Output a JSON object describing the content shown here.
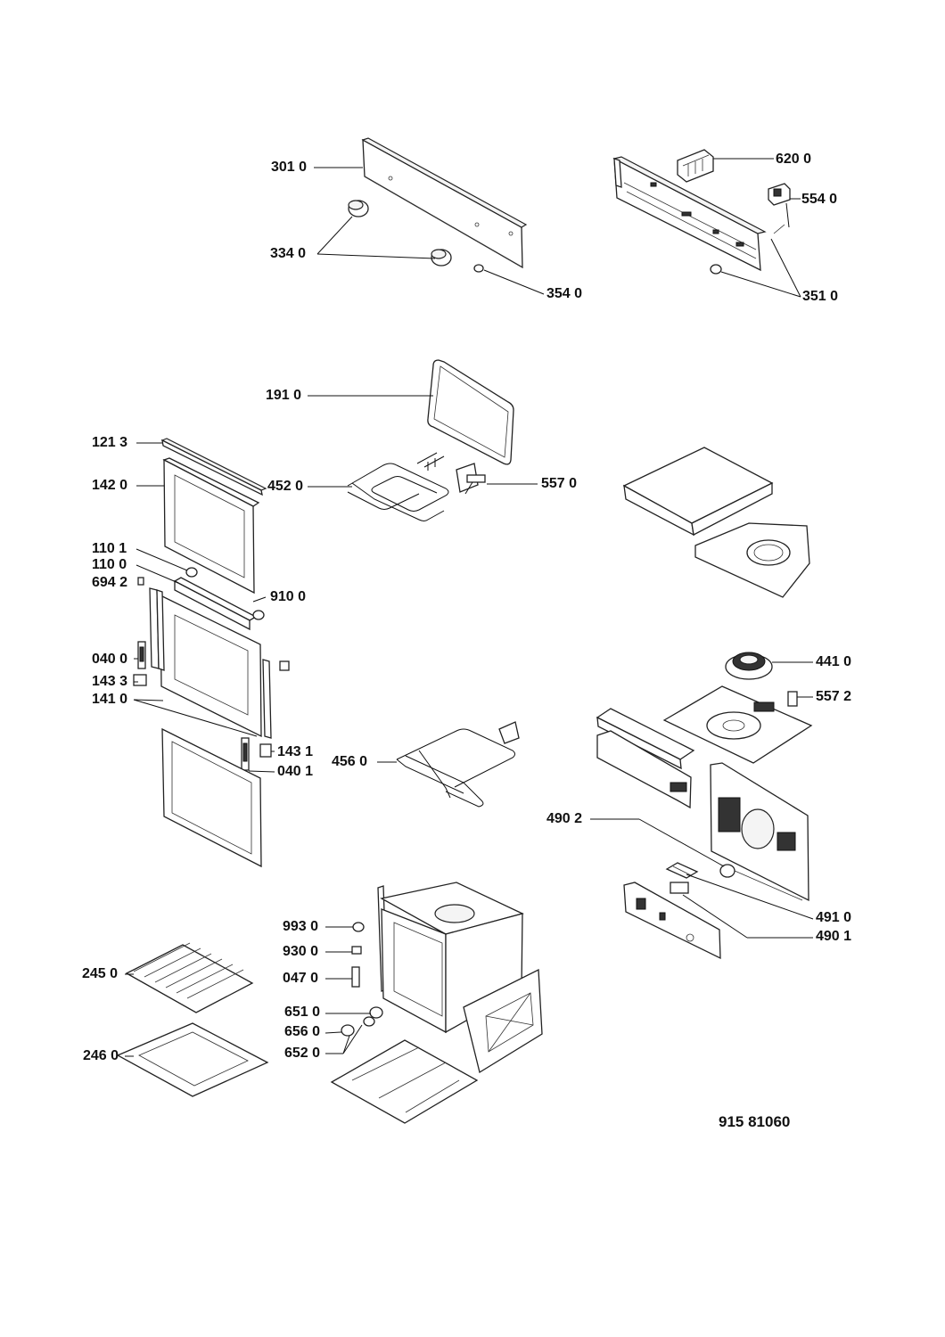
{
  "diagram": {
    "document_code": "915 81060",
    "labels": {
      "l301": "301 0",
      "l334": "334 0",
      "l354": "354 0",
      "l620": "620 0",
      "l554": "554 0",
      "l351": "351 0",
      "l191": "191 0",
      "l121": "121 3",
      "l142": "142 0",
      "l452": "452 0",
      "l557_0": "557 0",
      "l1101": "110 1",
      "l1100": "110 0",
      "l694": "694 2",
      "l910": "910 0",
      "l0400": "040 0",
      "l1433": "143 3",
      "l1410": "141 0",
      "l1431": "143 1",
      "l0401": "040 1",
      "l456": "456 0",
      "l441": "441 0",
      "l5572": "557 2",
      "l4902": "490 2",
      "l4910": "491 0",
      "l4901": "490 1",
      "l993": "993 0",
      "l930": "930 0",
      "l047": "047 0",
      "l651": "651 0",
      "l656": "656 0",
      "l652": "652 0",
      "l245": "245 0",
      "l246": "246 0"
    }
  }
}
